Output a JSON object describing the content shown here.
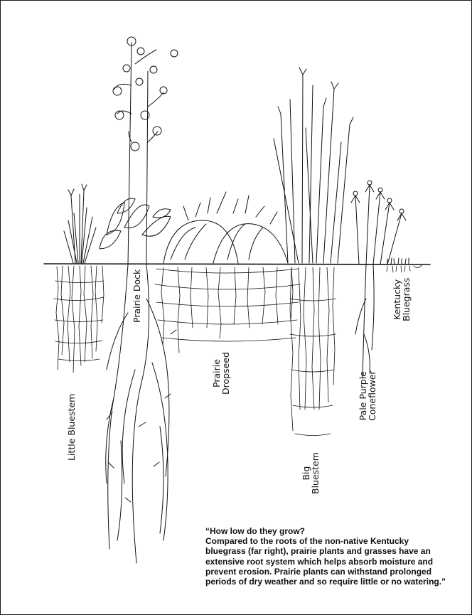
{
  "labels": {
    "little_bluestem": "Little Bluestem",
    "prairie_dock": "Prairie Dock",
    "prairie_dropseed_1": "Prairie",
    "prairie_dropseed_2": "Dropseed",
    "big_bluestem_1": "Big",
    "big_bluestem_2": "Bluestem",
    "pale_purple_coneflower_1": "Pale Purple",
    "pale_purple_coneflower_2": "Coneflower",
    "kentucky_bluegrass_1": "Kentucky",
    "kentucky_bluegrass_2": "Bluegrass"
  },
  "caption": {
    "heading": "“How low do they grow?",
    "body": "Compared to the roots of the non-native Kentucky bluegrass (far right), prairie plants and grasses have an extensive root system which helps absorb moisture and prevent erosion. Prairie plants can withstand prolonged periods of dry weather and so require little or no watering.”"
  },
  "colors": {
    "ink": "#111111",
    "paper": "#ffffff"
  }
}
